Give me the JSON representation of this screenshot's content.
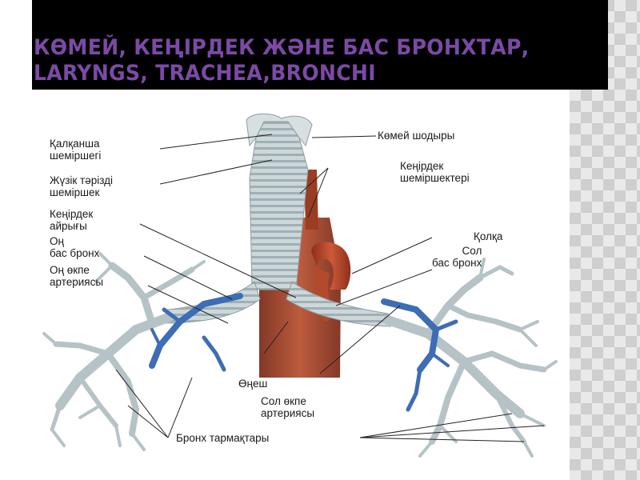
{
  "slide": {
    "title_line1": "КӨМЕЙ, КЕҢІРДЕК ЖӘНЕ БАС БРОНХТАР,",
    "title_line2": "LARYNGS, TRACHEA,BRONCHI"
  },
  "labels": {
    "thyroid_cartilage": [
      "Қалқанша",
      "шеміршегі"
    ],
    "cricoid_cartilage": [
      "Жүзік тәрізді",
      "шеміршек"
    ],
    "tracheal_bifurcation": [
      "Кеңірдек",
      "айрығы"
    ],
    "right_main_bronchus": [
      "Оң",
      "бас бронх"
    ],
    "right_pulmonary_artery": [
      "Оң өкпе",
      "артериясы"
    ],
    "larynx_cavity": "Көмей шодыры",
    "tracheal_cartilages": [
      "Кеңірдек",
      "шеміршектері"
    ],
    "aorta": "Қолқа",
    "left_main_bronchus": [
      "Сол",
      "бас бронх"
    ],
    "esophagus": "Өңеш",
    "left_pulmonary_artery": [
      "Сол өкпе",
      "артериясы"
    ],
    "bronchial_branches": "Бронх тармақтары"
  },
  "colors": {
    "title_text": "#7b4aa5",
    "title_bar": "#000000",
    "trachea": "#c9d3d6",
    "artery": "#3d6db5",
    "aorta": "#b84a2e",
    "esophagus": "#a5452a"
  }
}
